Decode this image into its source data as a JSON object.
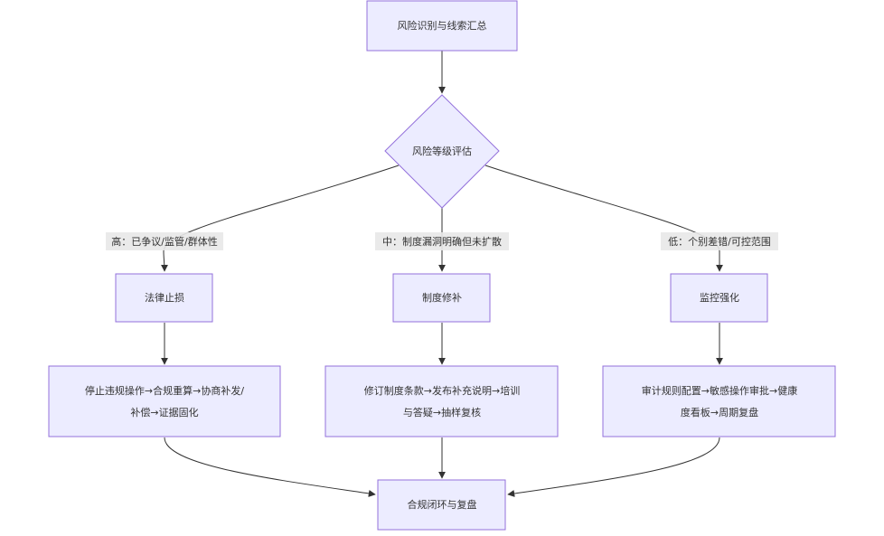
{
  "nodes": {
    "collect": {
      "label": "风险识别与线索汇总"
    },
    "assess": {
      "label": "风险等级评估"
    },
    "legal": {
      "label": "法律止损"
    },
    "policy": {
      "label": "制度修补"
    },
    "monitor": {
      "label": "监控强化"
    },
    "legal_steps": {
      "line1": "停止违规操作→合规重算→协商补发/",
      "line2": "补偿→证据固化"
    },
    "policy_steps": {
      "line1": "修订制度条款→发布补充说明→培训",
      "line2": "与答疑→抽样复核"
    },
    "monitor_steps": {
      "line1": "审计规则配置→敏感操作审批→健康",
      "line2": "度看板→周期复盘"
    },
    "close": {
      "label": "合规闭环与复盘"
    }
  },
  "edges": {
    "high": {
      "label": "高：已争议/监管/群体性"
    },
    "medium": {
      "label": "中：制度漏洞明确但未扩散"
    },
    "low": {
      "label": "低：个别差错/可控范围"
    }
  }
}
